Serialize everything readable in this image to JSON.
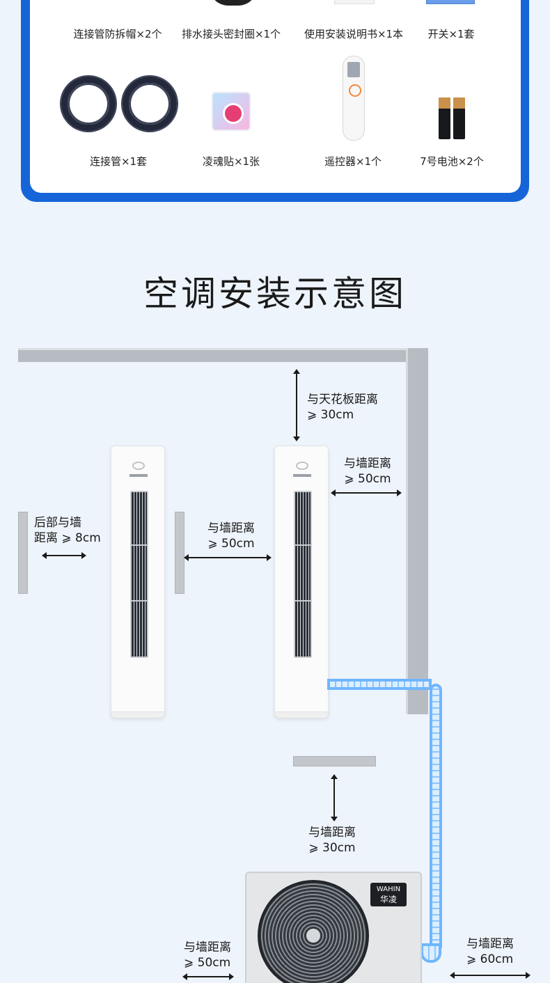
{
  "accessories": {
    "row1": [
      "连接管防拆帽×2个",
      "排水接头密封圈×1个",
      "使用安装说明书×1本",
      "开关×1套"
    ],
    "row2": [
      "连接管×1套",
      "凌魂贴×1张",
      "遥控器×1个",
      "7号电池×2个"
    ]
  },
  "diagram": {
    "title": "空调安装示意图",
    "labels": {
      "rear_wall_l1": "后部与墙",
      "rear_wall_l2": "距离 ⩾ 8cm",
      "side_wall_mid_l1": "与墙距离",
      "side_wall_mid_l2": "⩾ 50cm",
      "ceiling_l1": "与天花板距离",
      "ceiling_l2": "⩾ 30cm",
      "side_wall_right_l1": "与墙距离",
      "side_wall_right_l2": "⩾ 50cm",
      "outdoor_top_l1": "与墙距离",
      "outdoor_top_l2": "⩾ 30cm",
      "outdoor_left_l1": "与墙距离",
      "outdoor_left_l2": "⩾ 50cm",
      "outdoor_right_l1": "与墙距离",
      "outdoor_right_l2": "⩾ 60cm"
    },
    "brand_en": "WAHIN",
    "brand_cn": "华凌"
  }
}
